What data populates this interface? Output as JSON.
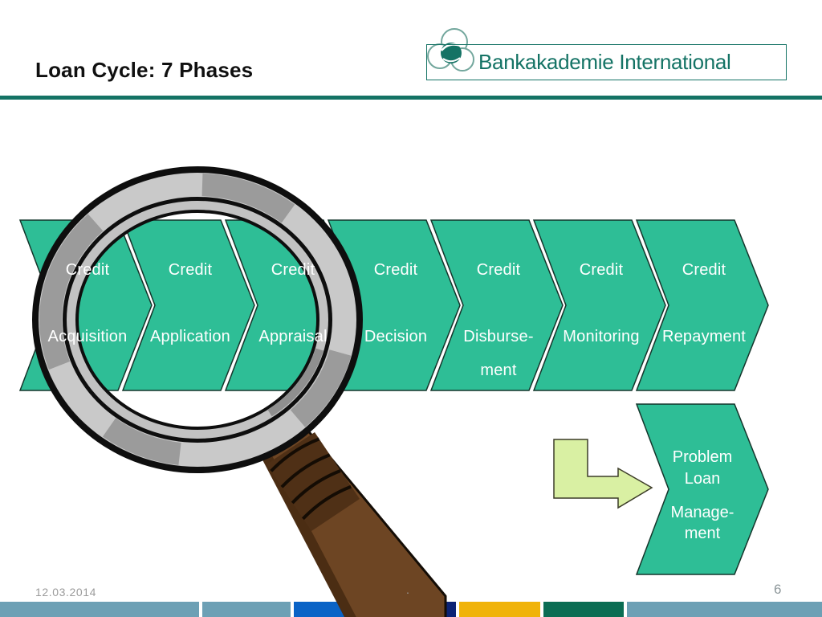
{
  "header": {
    "title": "Loan Cycle: 7 Phases",
    "logo": {
      "text": "Bankakademie International",
      "icon": "swirl-flower-logo"
    }
  },
  "phases": [
    {
      "line1": "Credit",
      "line2": "Acquisition"
    },
    {
      "line1": "Credit",
      "line2": "Application"
    },
    {
      "line1": "Credit",
      "line2": "Appraisal"
    },
    {
      "line1": "Credit",
      "line2": "Decision"
    },
    {
      "line1": "Credit",
      "line2": "Disburse-",
      "line3": "ment"
    },
    {
      "line1": "Credit",
      "line2": "Monitoring"
    },
    {
      "line1": "Credit",
      "line2": "Repayment"
    }
  ],
  "problem_loan": {
    "line1": "Problem",
    "line2": "Loan",
    "line3": "Manage-",
    "line4": "ment"
  },
  "footer": {
    "date": "12.03.2014",
    "dot": ".",
    "page_number": "6"
  },
  "colors": {
    "chevron_teal": "#2ebe96",
    "brand_teal": "#147365",
    "label_white": "#ffffff",
    "arrow_green_fill": "#d9f0a3",
    "bar_steel_blue": "#6da0b5",
    "bar_bright_blue": "#0a63c6",
    "bar_navy": "#0c2375",
    "bar_yellow": "#f0b30a",
    "bar_dark_green": "#0b6d53",
    "handle_brown": "#6d4523",
    "ring_silver": "#c9c9c9",
    "footer_gray": "#9b9b9b"
  }
}
